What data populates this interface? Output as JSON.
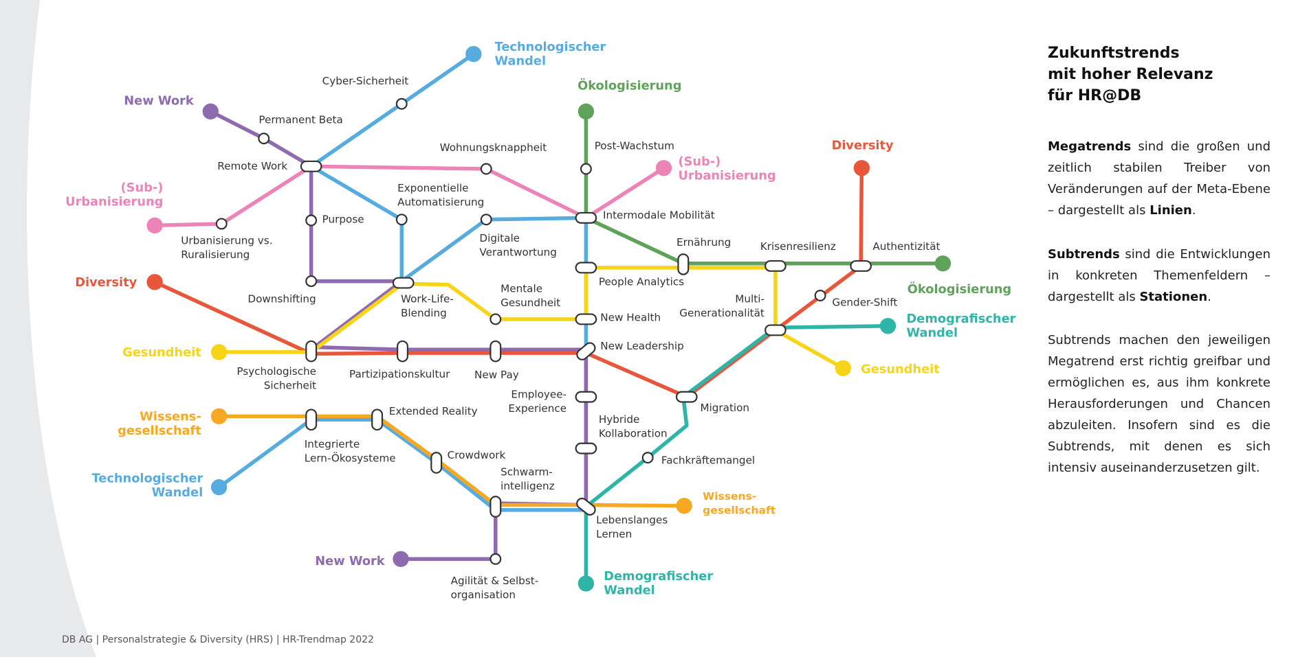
{
  "colors": {
    "technologischer_wandel": "#56ACDE",
    "new_work": "#8E6BAF",
    "urbanisierung": "#EC84B8",
    "diversity": "#E8563C",
    "gesundheit": "#F7D417",
    "wissensgesellschaft": "#F7A823",
    "oekologisierung": "#5FA35B",
    "demografischer_wandel": "#2FB5A7",
    "text": "#333333",
    "background_arc": "#E8E9EB"
  },
  "megatrend_labels": [
    {
      "id": "tw_top",
      "lines": [
        "Technologischer",
        "Wandel"
      ],
      "color": "technologischer_wandel"
    },
    {
      "id": "nw_top",
      "lines": [
        "New Work"
      ],
      "color": "new_work"
    },
    {
      "id": "urb_left",
      "lines": [
        "(Sub-)",
        "Urbanisierung"
      ],
      "color": "urbanisierung"
    },
    {
      "id": "div_left",
      "lines": [
        "Diversity"
      ],
      "color": "diversity"
    },
    {
      "id": "ges_left",
      "lines": [
        "Gesundheit"
      ],
      "color": "gesundheit"
    },
    {
      "id": "wis_left",
      "lines": [
        "Wissens-",
        "gesellschaft"
      ],
      "color": "wissensgesellschaft"
    },
    {
      "id": "tw_left",
      "lines": [
        "Technologischer",
        "Wandel"
      ],
      "color": "technologischer_wandel"
    },
    {
      "id": "nw_bottom",
      "lines": [
        "New Work"
      ],
      "color": "new_work"
    },
    {
      "id": "oek_top",
      "lines": [
        "Ökologisierung"
      ],
      "color": "oekologisierung"
    },
    {
      "id": "urb_mid",
      "lines": [
        "(Sub-)",
        "Urbanisierung"
      ],
      "color": "urbanisierung"
    },
    {
      "id": "div_right",
      "lines": [
        "Diversity"
      ],
      "color": "diversity"
    },
    {
      "id": "oek_right",
      "lines": [
        "Ökologisierung"
      ],
      "color": "oekologisierung"
    },
    {
      "id": "dem_right",
      "lines": [
        "Demografischer",
        "Wandel"
      ],
      "color": "demografischer_wandel"
    },
    {
      "id": "ges_right",
      "lines": [
        "Gesundheit"
      ],
      "color": "gesundheit"
    },
    {
      "id": "wis_right",
      "lines": [
        "Wissens-",
        "gesellschaft"
      ],
      "color": "wissensgesellschaft"
    },
    {
      "id": "dem_bottom",
      "lines": [
        "Demografischer",
        "Wandel"
      ],
      "color": "demografischer_wandel"
    }
  ],
  "stations": [
    {
      "id": "cyber",
      "lines": [
        "Cyber-Sicherheit"
      ]
    },
    {
      "id": "permbeta",
      "lines": [
        "Permanent Beta"
      ]
    },
    {
      "id": "remote",
      "lines": [
        "Remote Work"
      ]
    },
    {
      "id": "wohnung",
      "lines": [
        "Wohnungsknappheit"
      ]
    },
    {
      "id": "postwachstum",
      "lines": [
        "Post-Wachstum"
      ]
    },
    {
      "id": "expauto",
      "lines": [
        "Exponentielle",
        "Automatisierung"
      ]
    },
    {
      "id": "purpose",
      "lines": [
        "Purpose"
      ]
    },
    {
      "id": "urbrural",
      "lines": [
        "Urbanisierung vs.",
        "Ruralisierung"
      ]
    },
    {
      "id": "intermodal",
      "lines": [
        "Intermodale Mobilität"
      ]
    },
    {
      "id": "digverant",
      "lines": [
        "Digitale",
        "Verantwortung"
      ]
    },
    {
      "id": "ernaehrung",
      "lines": [
        "Ernährung"
      ]
    },
    {
      "id": "krisen",
      "lines": [
        "Krisenresilienz"
      ]
    },
    {
      "id": "authent",
      "lines": [
        "Authentizität"
      ]
    },
    {
      "id": "downshift",
      "lines": [
        "Downshifting"
      ]
    },
    {
      "id": "worklife",
      "lines": [
        "Work-Life-",
        "Blending"
      ]
    },
    {
      "id": "mentale",
      "lines": [
        "Mentale",
        "Gesundheit"
      ]
    },
    {
      "id": "peopleana",
      "lines": [
        "People Analytics"
      ]
    },
    {
      "id": "gendershift",
      "lines": [
        "Gender-Shift"
      ]
    },
    {
      "id": "multigen",
      "lines": [
        "Multi-",
        "Generationalität"
      ]
    },
    {
      "id": "newhealth",
      "lines": [
        "New Health"
      ]
    },
    {
      "id": "psycho",
      "lines": [
        "Psychologische",
        "Sicherheit"
      ]
    },
    {
      "id": "partizip",
      "lines": [
        "Partizipationskultur"
      ]
    },
    {
      "id": "newpay",
      "lines": [
        "New Pay"
      ]
    },
    {
      "id": "newlead",
      "lines": [
        "New Leadership"
      ]
    },
    {
      "id": "empexp",
      "lines": [
        "Employee-",
        "Experience"
      ]
    },
    {
      "id": "migration",
      "lines": [
        "Migration"
      ]
    },
    {
      "id": "extreal",
      "lines": [
        "Extended Reality"
      ]
    },
    {
      "id": "integlern",
      "lines": [
        "Integrierte",
        "Lern-Ökosysteme"
      ]
    },
    {
      "id": "hybrid",
      "lines": [
        "Hybride",
        "Kollaboration"
      ]
    },
    {
      "id": "crowdwork",
      "lines": [
        "Crowdwork"
      ]
    },
    {
      "id": "fachkraefte",
      "lines": [
        "Fachkräftemangel"
      ]
    },
    {
      "id": "schwarm",
      "lines": [
        "Schwarm-",
        "intelligenz"
      ]
    },
    {
      "id": "lebenslang",
      "lines": [
        "Lebenslanges",
        "Lernen"
      ]
    },
    {
      "id": "agilitaet",
      "lines": [
        "Agilität & Selbst-",
        "organisation"
      ]
    }
  ],
  "sidebar": {
    "title": "Zukunftstrends\nmit hoher Relevanz\nfür HR@DB",
    "para1": {
      "strong": "Megatrends",
      "text": " sind die großen und zeitlich stabilen Treiber von Veränderungen auf der Meta-Ebene – dargestellt als ",
      "strong2": "Linien",
      "end": "."
    },
    "para2": {
      "strong": "Subtrends",
      "text": " sind die Entwicklungen in konkreten Themenfeldern – dargestellt als ",
      "strong2": "Stationen",
      "end": "."
    },
    "para3": "Subtrends machen den jeweiligen Megatrend erst richtig greifbar und ermöglichen es, aus ihm konkrete Herausforderungen und Chancen abzuleiten. Insofern sind es die Subtrends, mit denen es sich intensiv auseinanderzusetzen gilt."
  },
  "footer": "DB AG | Personalstrategie & Diversity (HRS) | HR-Trendmap 2022"
}
